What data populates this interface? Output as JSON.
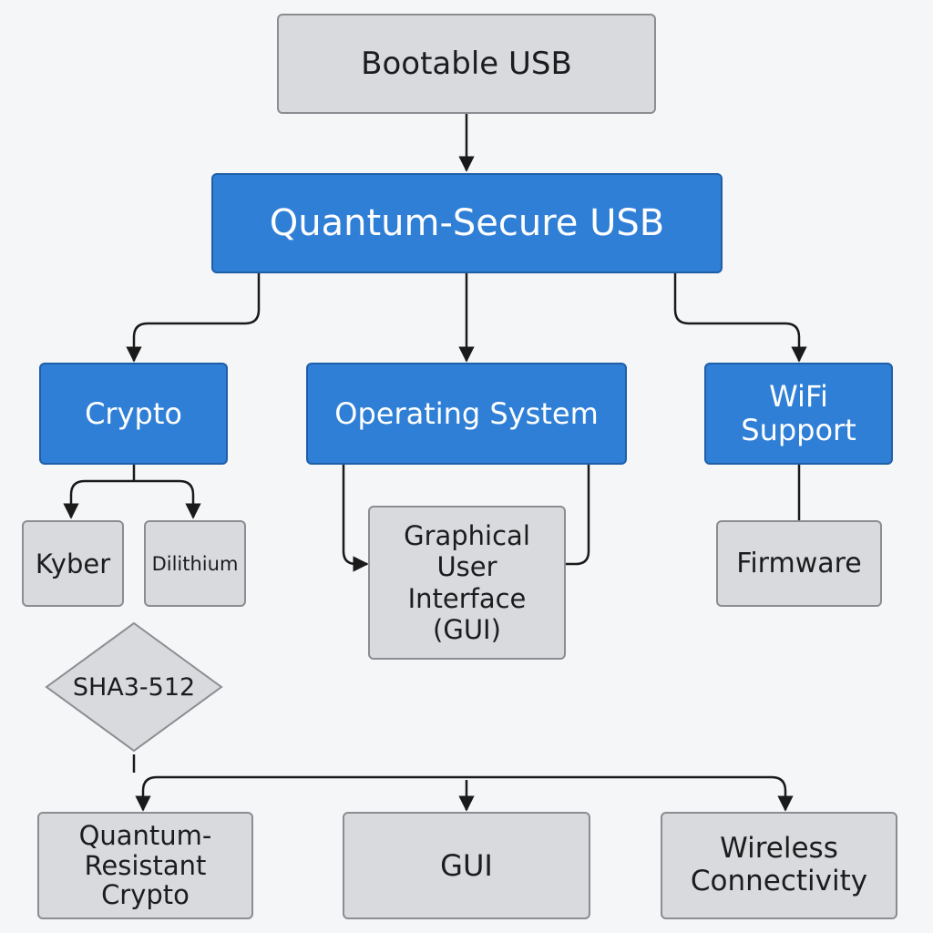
{
  "diagram": {
    "root": "Bootable USB",
    "main": "Quantum-Secure USB",
    "branches": {
      "crypto": "Crypto",
      "os": "Operating System",
      "wifi": "WiFi\nSupport"
    },
    "crypto_children": {
      "kyber": "Kyber",
      "dilithium": "Dilithium",
      "sha": "SHA3-512"
    },
    "os_child": "Graphical\nUser\nInterface\n(GUI)",
    "wifi_child": "Firmware",
    "outputs": {
      "qrc": "Quantum-\nResistant\nCrypto",
      "gui": "GUI",
      "wireless": "Wireless\nConnectivity"
    },
    "colors": {
      "blue": "#2f7fd6",
      "gray": "#d8dadd",
      "line": "#1a1a1a",
      "background": "#f5f6f8"
    }
  }
}
